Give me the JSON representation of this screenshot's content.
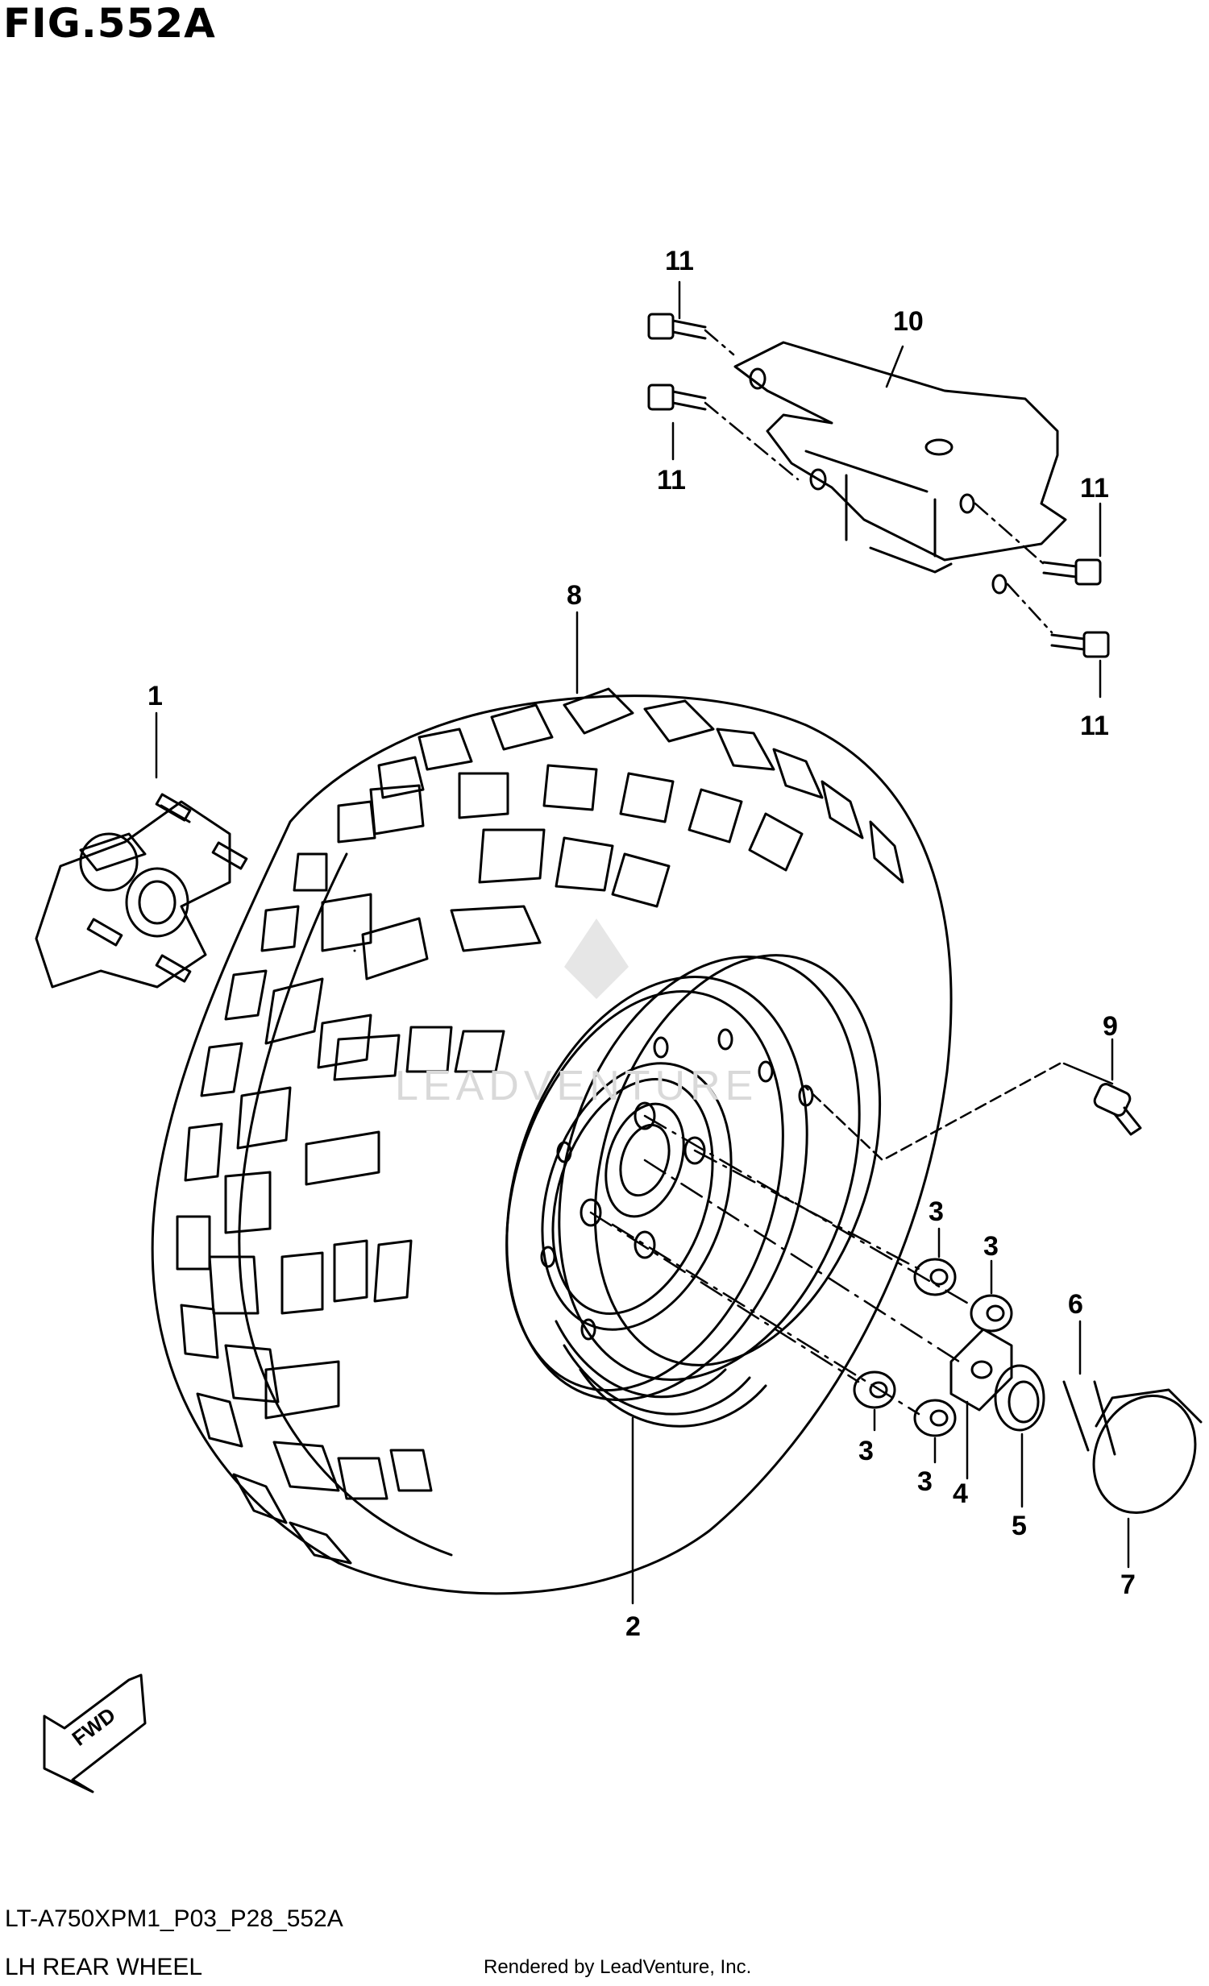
{
  "figure": {
    "title": "FIG.552A"
  },
  "callouts": {
    "c1": "1",
    "c2": "2",
    "c3a": "3",
    "c3b": "3",
    "c3c": "3",
    "c3d": "3",
    "c4": "4",
    "c5": "5",
    "c6": "6",
    "c7": "7",
    "c8": "8",
    "c9": "9",
    "c10": "10",
    "c11a": "11",
    "c11b": "11",
    "c11c": "11",
    "c11d": "11"
  },
  "direction_arrow": {
    "label": "FWD"
  },
  "watermark": {
    "text": "LEADVENTURE"
  },
  "footer": {
    "code": "LT-A750XPM1_P03_P28_552A",
    "name": "LH REAR WHEEL",
    "credit": "Rendered by LeadVenture, Inc."
  },
  "colors": {
    "line": "#000000",
    "background": "#ffffff",
    "watermark": "#d9d9d9"
  }
}
